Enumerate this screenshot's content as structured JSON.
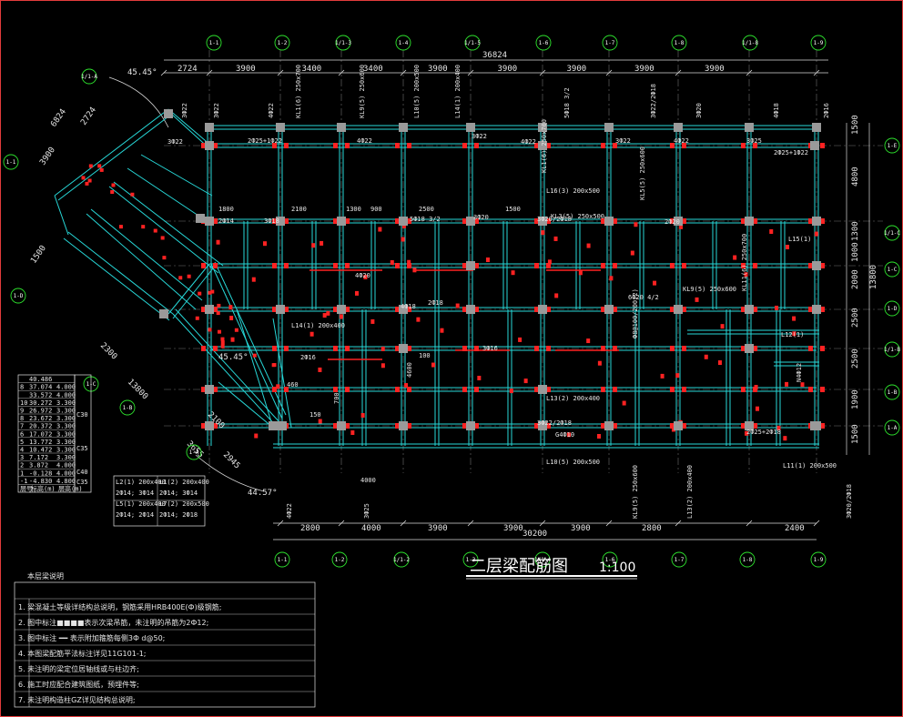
{
  "drawing": {
    "title": "二层梁配筋图",
    "scale": "1:100",
    "colors": {
      "background": "#000000",
      "beam": "#27d7d7",
      "grid": "#d9d9d9",
      "rebar": "#ff2222",
      "column": "#9a9a9a",
      "text": "#e6e6e6",
      "axis_bubble": "#2ee62e",
      "frame": "#e23b3b"
    }
  },
  "dims_top_total": "36824",
  "dims_top": [
    "2724",
    "3900",
    "3400",
    "3400",
    "3900",
    "3900",
    "3900",
    "3900",
    "3900"
  ],
  "dims_bottom": [
    "2800",
    "4000",
    "3900",
    "3900",
    "3900",
    "2800",
    "2400"
  ],
  "dims_bottom_total": "30200",
  "dims_right": [
    "1500",
    "4800",
    "1300",
    "1000",
    "2000",
    "2500",
    "2500",
    "1900",
    "1500"
  ],
  "dims_right_total": "13800",
  "axes_top": [
    "1-1",
    "1-2",
    "1/1-3",
    "1-4",
    "1/1-5",
    "1-6",
    "1-7",
    "1-8",
    "1/1-8",
    "1-9"
  ],
  "axes_bottom": [
    "1-1",
    "1-2",
    "1/1-2",
    "1-3",
    "1/1-4",
    "1-6",
    "1-7",
    "1-8",
    "1-9"
  ],
  "axes_right": [
    "1-E",
    "1/1-C",
    "1-C",
    "1-D",
    "1/1-B",
    "1-B",
    "1-A"
  ],
  "axes_left": [
    "1-1",
    "1-D",
    "1-C",
    "1-B",
    "1-A"
  ],
  "diag_dims": [
    "3900",
    "2724",
    "6824",
    "1500",
    "2300",
    "13800",
    "2100",
    "3655",
    "2945"
  ],
  "angles": [
    "45.45°",
    "45.45°",
    "44.57°"
  ],
  "legend_table": {
    "rows": [
      [
        "",
        "40.486",
        ""
      ],
      [
        "8",
        "37.074",
        "4.000"
      ],
      [
        "",
        "33.572",
        "4.000"
      ],
      [
        "10",
        "30.272",
        "3.300"
      ],
      [
        "9",
        "26.972",
        "3.300"
      ],
      [
        "8",
        "23.672",
        "3.300"
      ],
      [
        "7",
        "20.372",
        "3.300"
      ],
      [
        "6",
        "17.072",
        "3.300"
      ],
      [
        "5",
        "13.772",
        "3.300"
      ],
      [
        "4",
        "10.472",
        "3.300"
      ],
      [
        "3",
        "7.172",
        "3.300"
      ],
      [
        "2",
        "3.872",
        "4.000"
      ],
      [
        "1",
        "-0.128",
        "4.000"
      ],
      [
        "-1",
        "-4.830",
        "4.800"
      ]
    ],
    "grades": [
      "C30",
      "C35",
      "C40",
      "C35"
    ],
    "footer": [
      "层号",
      "标高(m)",
      "层高(m)"
    ]
  },
  "beam_table": [
    [
      "L2(1) 200x400",
      "L1(2) 200x400"
    ],
    [
      "2Ф14; 3Ф14",
      "2Ф14; 3Ф14"
    ],
    [
      "L5(1) 200x400",
      "L7(2) 200x500"
    ],
    [
      "2Ф14; 2Ф14",
      "2Ф14; 2Ф18"
    ]
  ],
  "notes_title": "本层梁说明",
  "notes": [
    "1.  梁混凝土等级详结构总说明，钢筋采用HRB400E(Ф)级钢筋;",
    "2.  图中标注■■■■表示次梁吊筋，未注明的吊筋为2Ф12;",
    "3.  图中标注  ━━  表示附加箍筋每侧3Ф d@50;",
    "4.  本图梁配筋平法标注详见11G101-1;",
    "5.  未注明的梁定位居轴线或与柱边齐;",
    "6.  施工时应配合建筑图纸，预埋件等;",
    "7.  未注明构造柱GZ详见结构总说明;"
  ],
  "beam_labels": [
    "3Ф22",
    "2Ф25+1Ф22",
    "4Ф22",
    "3Ф22",
    "4Ф22",
    "3Ф22",
    "4Ф22",
    "3Ф25",
    "2Ф25+1Ф22",
    "KL1(6) 250x700",
    "KL3(5) 250x500",
    "KL5(5) 250x600",
    "KL9(5) 250x600",
    "KL11(6) 250x700",
    "L16(3) 200x500",
    "L10(5) 200x500",
    "L11(1) 200x500",
    "L13(2) 200x400",
    "L14(1) 200x400",
    "L12(1)",
    "L15(1)",
    "5Ф18 3/2",
    "3Ф20/2Ф18",
    "6Ф20 4/2",
    "3Ф22/2Ф18",
    "2Ф14",
    "3Ф18",
    "3Ф20",
    "2Ф20",
    "4Ф20",
    "4Ф18",
    "2Ф18",
    "3Ф16",
    "2Ф16",
    "Ф8@100/200(2)",
    "G4Ф10",
    "N4Ф12",
    "2Ф25+2Ф18",
    "1800",
    "2100",
    "1300",
    "900",
    "2500",
    "1500",
    "100",
    "150",
    "460",
    "700",
    "4600",
    "4000"
  ]
}
